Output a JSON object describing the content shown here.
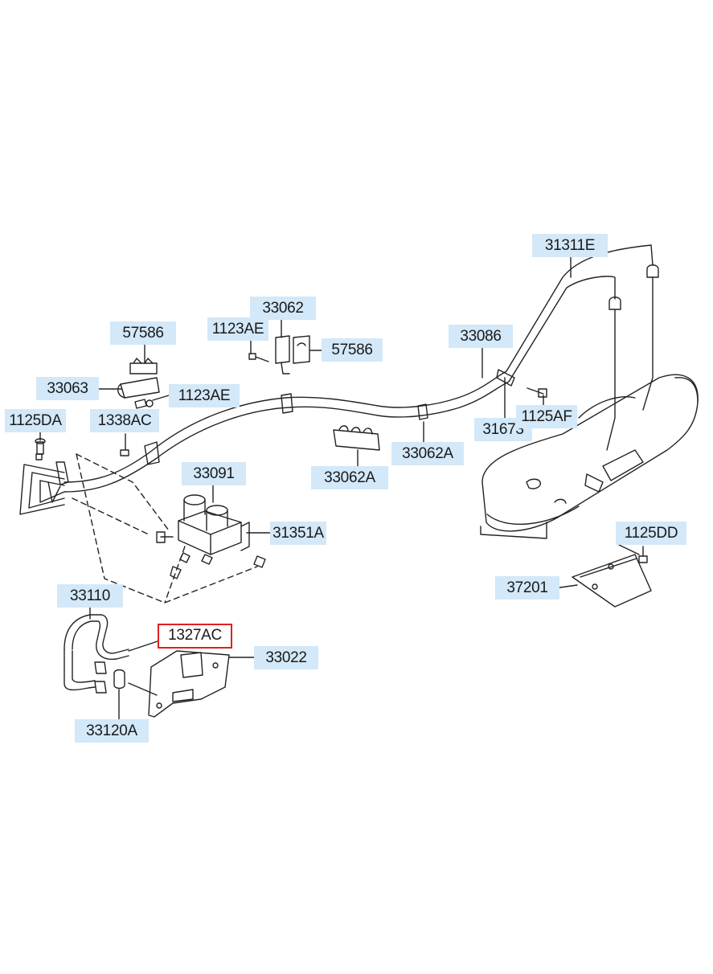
{
  "labels": {
    "p31311E": "31311E",
    "p33086": "33086",
    "p31673": "31673",
    "p1125AF": "1125AF",
    "p33062": "33062",
    "p1123AE_top": "1123AE",
    "p57586_right": "57586",
    "p57586_left": "57586",
    "p33063": "33063",
    "p1123AE_mid": "1123AE",
    "p1125DA": "1125DA",
    "p1338AC": "1338AC",
    "p33062A_right": "33062A",
    "p33062A_left": "33062A",
    "p33091": "33091",
    "p31351A": "31351A",
    "p1125DD": "1125DD",
    "p37201": "37201",
    "p33110": "33110",
    "p1327AC": "1327AC",
    "p33022": "33022",
    "p33120A": "33120A"
  },
  "colors": {
    "label_bg": "#d3e8f8",
    "highlight_border": "#e02020",
    "line": "#222222",
    "fill": "#ffffff"
  }
}
